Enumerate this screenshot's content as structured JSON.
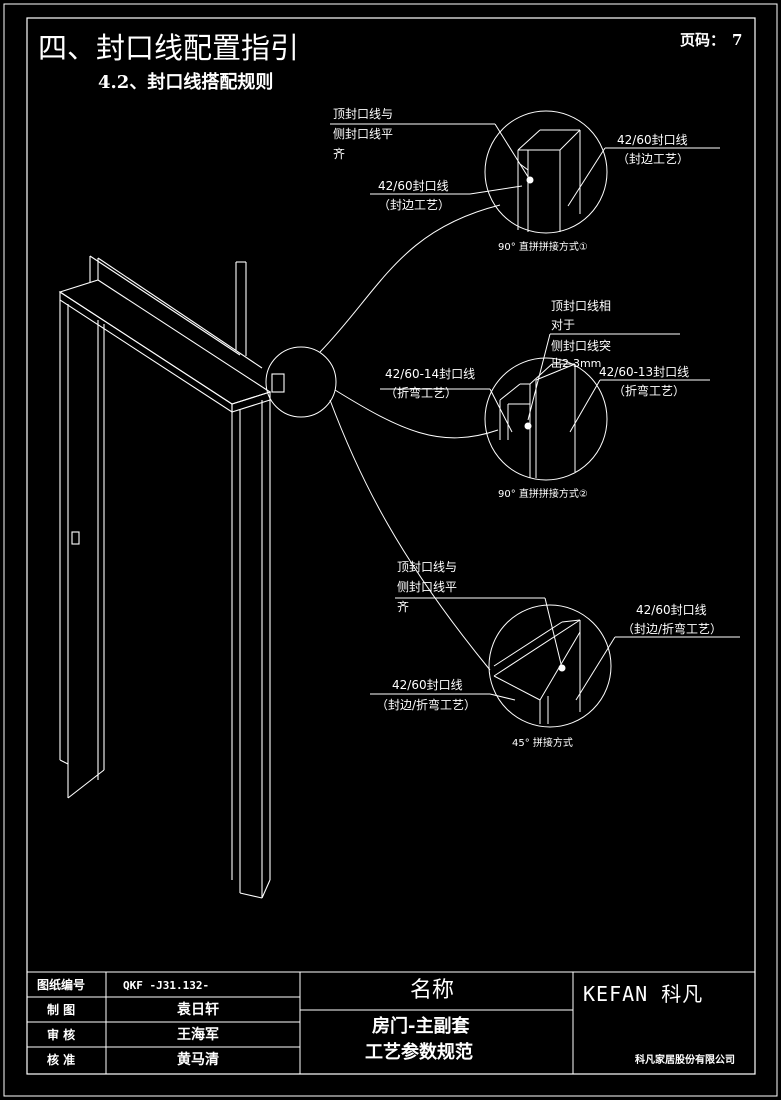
{
  "header": {
    "title": "四、封口线配置指引",
    "subtitle": "4.2、封口线搭配规则",
    "page_label": "页码：",
    "page_number": "7"
  },
  "details": {
    "d1": {
      "left_note": [
        "顶封口线与",
        "侧封口线平",
        "齐"
      ],
      "right_label": [
        "42/60封口线",
        "（封边工艺）"
      ],
      "left_label": [
        "42/60封口线",
        "（封边工艺）"
      ],
      "caption": "90° 直拼拼接方式①"
    },
    "d2": {
      "top_note": [
        "顶封口线相",
        "对于",
        "侧封口线突",
        "出2-3mm"
      ],
      "left_label": [
        "42/60-14封口线",
        "（折弯工艺）"
      ],
      "right_label": [
        "42/60-13封口线",
        "（折弯工艺）"
      ],
      "caption": "90° 直拼拼接方式②"
    },
    "d3": {
      "left_note": [
        "顶封口线与",
        "侧封口线平",
        "齐"
      ],
      "right_label": [
        "42/60封口线",
        "（封边/折弯工艺）"
      ],
      "left_label": [
        "42/60封口线",
        "（封边/折弯工艺）"
      ],
      "caption": "45° 拼接方式"
    }
  },
  "title_block": {
    "rows": [
      {
        "label": "图纸编号",
        "value": "QKF -J31.132-"
      },
      {
        "label": "制 图",
        "value": "袁日轩"
      },
      {
        "label": "审 核",
        "value": "王海军"
      },
      {
        "label": "核 准",
        "value": "黄马清"
      }
    ],
    "name_header": "名称",
    "name_line1": "房门-主副套",
    "name_line2": "工艺参数规范",
    "brand_logo": "KEFAN 科凡",
    "company": "科凡家居股份有限公司"
  }
}
